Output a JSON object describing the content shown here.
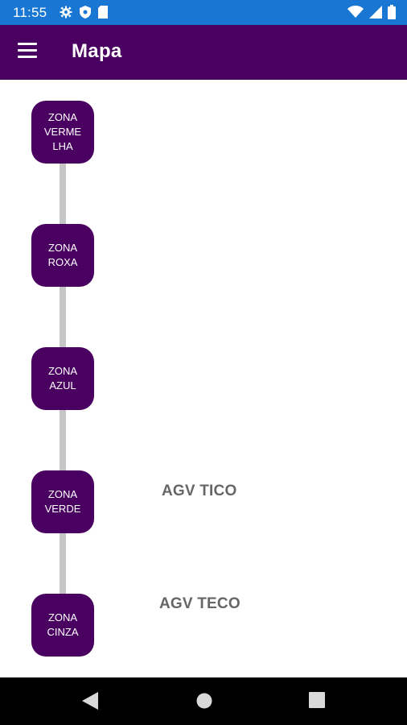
{
  "status_bar": {
    "time": "11:55",
    "background": "#1976d2",
    "left_icons": [
      "gear-icon",
      "shield-icon",
      "sd-card-icon"
    ],
    "right_icons": [
      "wifi-icon",
      "signal-icon",
      "battery-icon"
    ]
  },
  "app_bar": {
    "title": "Mapa",
    "background": "#4a0060",
    "menu_icon": "hamburger-menu-icon"
  },
  "zones": [
    {
      "label": "ZONA\nVERME\nLHA"
    },
    {
      "label": "ZONA\nROXA"
    },
    {
      "label": "ZONA\nAZUL"
    },
    {
      "label": "ZONA\nVERDE"
    },
    {
      "label": "ZONA\nCINZA"
    }
  ],
  "agvs": [
    {
      "label": "AGV TICO"
    },
    {
      "label": "AGV TECO"
    }
  ],
  "colors": {
    "zone_fill": "#4a0060",
    "connector": "#c6c6c6",
    "agv_text": "#666666"
  },
  "nav_bar": {
    "buttons": [
      "back-icon",
      "home-icon",
      "recents-icon"
    ]
  }
}
